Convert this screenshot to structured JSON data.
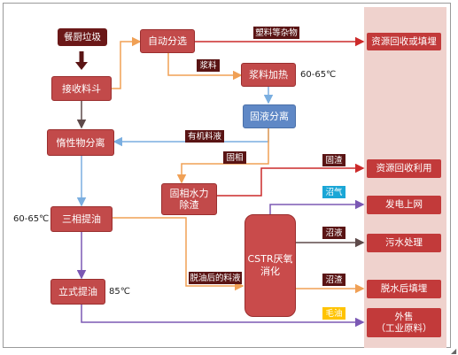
{
  "nodes": {
    "kitchen_waste": "餐厨垃圾",
    "receiving_hopper": "接收料斗",
    "auto_sorting": "自动分选",
    "slurry_heating": "浆料加热",
    "solid_liquid_separation": "固液分离",
    "inert_separation": "惰性物分离",
    "solid_hydro_deslagging": "固相水力\n除渣",
    "three_phase_oil": "三相提油",
    "vertical_oil": "立式提油",
    "cstr": "CSTR厌氧\n消化"
  },
  "outputs": {
    "resource_recycle_or_landfill": "资源回收或填埋",
    "resource_recycle_use": "资源回收利用",
    "power_grid": "发电上网",
    "sewage_treatment": "污水处理",
    "dewatered_landfill": "脱水后填埋",
    "sale": "外售\n（工业原料）"
  },
  "labels": {
    "plastics": "塑料等杂物",
    "slurry": "浆料",
    "organic_liquid": "有机料液",
    "solid_phase": "固相",
    "solid_residue": "固渣",
    "deoiled_liquid": "脱油后的料液",
    "biogas": "沼气",
    "biogas_slurry": "沼液",
    "biogas_residue": "沼渣",
    "crude_oil": "毛油"
  },
  "temps": {
    "heating_temp": "60-65℃",
    "three_phase_temp": "60-65℃",
    "vertical_temp": "85℃"
  },
  "colors": {
    "panel": "#efd2cd",
    "box_red": "#c24a4a",
    "box_dark": "#6b1818",
    "box_blue": "#5f88c6",
    "arrow_orange": "#f0a055",
    "arrow_red": "#cc2a2a",
    "arrow_purple": "#7b58b4",
    "arrow_blue": "#7aaee0",
    "arrow_dark": "#5e4a4a",
    "tag_cyan": "#1aa6d6",
    "tag_yellow": "#ffc300"
  }
}
